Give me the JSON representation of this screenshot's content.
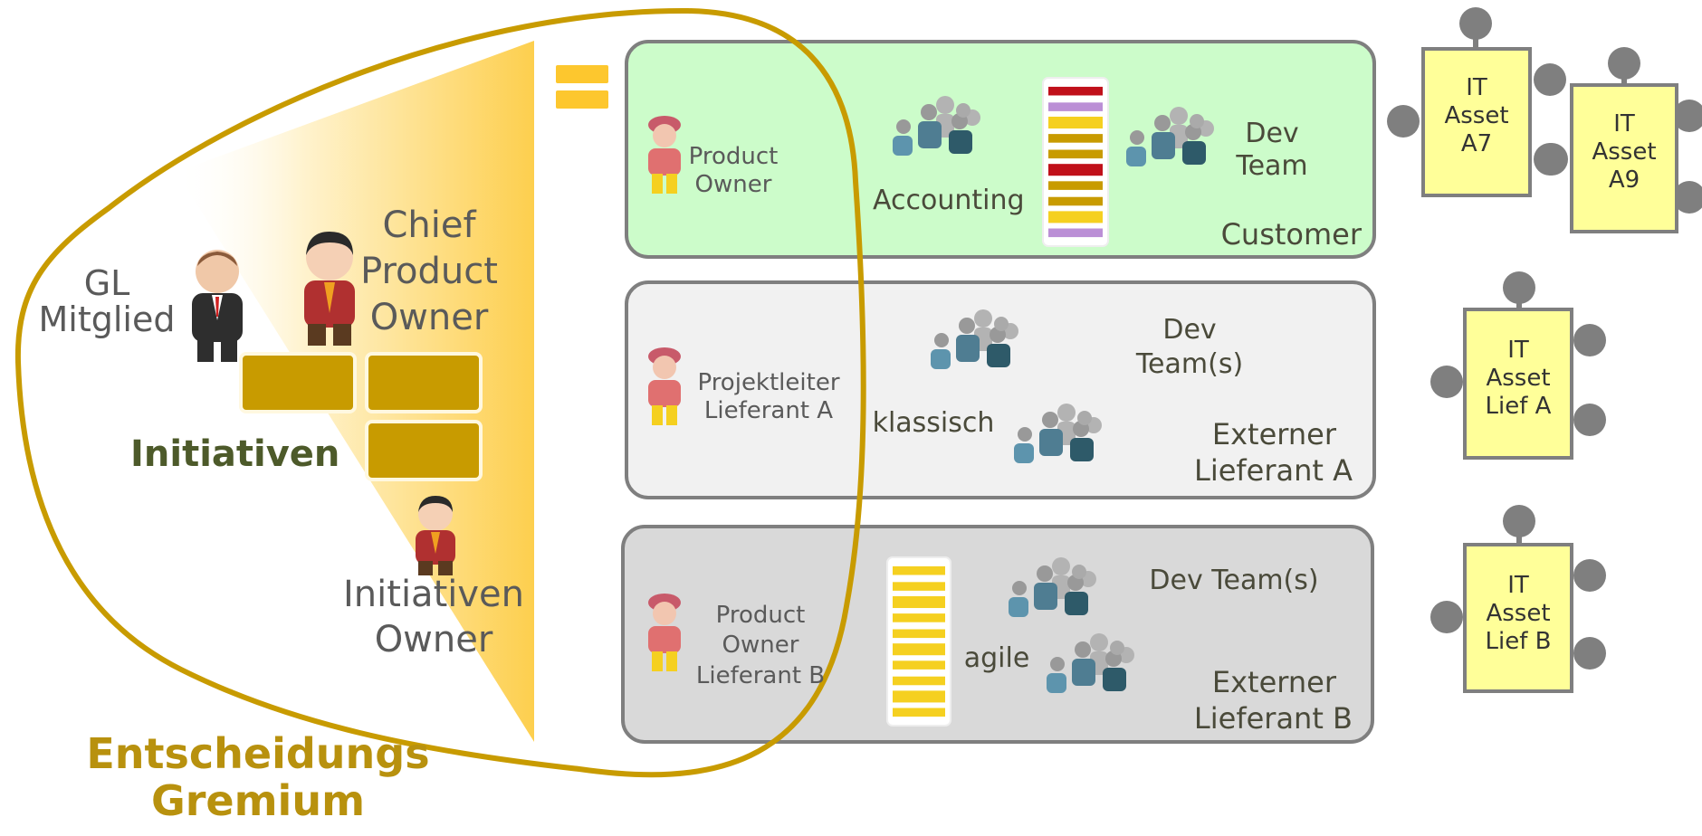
{
  "colors": {
    "gold": "#c89b00",
    "gold_dark": "#b8940a",
    "title_gold": "#b8910e",
    "initiativen_green": "#4d5a2a",
    "customer_bg": "#ccfcca",
    "lief_a_bg": "#f1f1f1",
    "lief_b_bg": "#d9d9d9",
    "asset_yellow": "#ffff99",
    "asset_border": "#7f7f7f",
    "person_red": "#e07070",
    "person_yellow": "#f5d020"
  },
  "gremium": {
    "title_line1": "Entscheidungs",
    "title_line2": "Gremium",
    "gl_line1": "GL",
    "gl_line2": "Mitglied",
    "cpo_line1": "Chief",
    "cpo_line2": "Product",
    "cpo_line3": "Owner",
    "initiativen": "Initiativen",
    "io_line1": "Initiativen",
    "io_line2": "Owner"
  },
  "customer": {
    "po_line1": "Product",
    "po_line2": "Owner",
    "accounting": "Accounting",
    "dev_line1": "Dev",
    "dev_line2": "Team",
    "name": "Customer",
    "backlog_colors": [
      "#c0101a",
      "#bb8fd6",
      "#f5d020",
      "#c89b00",
      "#c89b00",
      "#c0101a",
      "#c89b00",
      "#c89b00",
      "#f5d020",
      "#bb8fd6"
    ]
  },
  "lieferant_a": {
    "pl_line1": "Projektleiter",
    "pl_line2": "Lieferant A",
    "dev_line1": "Dev",
    "dev_line2": "Team(s)",
    "method": "klassisch",
    "name_line1": "Externer",
    "name_line2": "Lieferant A"
  },
  "lieferant_b": {
    "po_line1": "Product",
    "po_line2": "Owner",
    "po_line3": "Lieferant B",
    "dev": "Dev Team(s)",
    "method": "agile",
    "name_line1": "Externer",
    "name_line2": "Lieferant B",
    "backlog_colors": [
      "#f5d020",
      "#f5d020",
      "#f5d020",
      "#f5d020",
      "#f5d020",
      "#f5d020",
      "#f5d020",
      "#f5d020",
      "#f5d020",
      "#f5d020"
    ]
  },
  "assets": [
    {
      "l1": "IT",
      "l2": "Asset",
      "l3": "A7"
    },
    {
      "l1": "IT",
      "l2": "Asset",
      "l3": "A9"
    },
    {
      "l1": "IT",
      "l2": "Asset",
      "l3": "Lief A"
    },
    {
      "l1": "IT",
      "l2": "Asset",
      "l3": "Lief B"
    }
  ]
}
